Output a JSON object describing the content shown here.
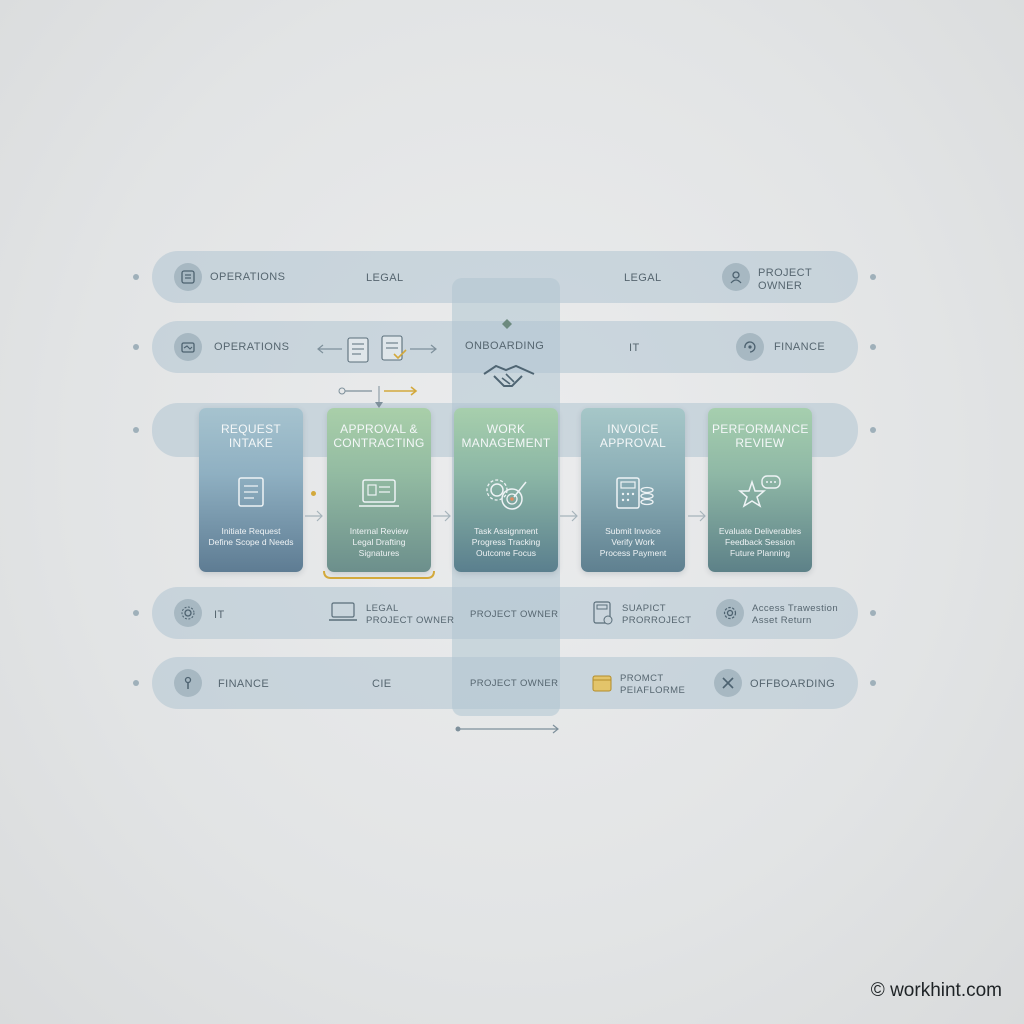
{
  "lanes": [
    {
      "items": [
        "OPERATIONS",
        "LEGAL",
        "LEGAL",
        "PROJECT",
        "OWNER"
      ]
    },
    {
      "items": [
        "OPERATIONS",
        "ONBOARDING",
        "IT",
        "FINANCE"
      ]
    },
    {
      "items": []
    },
    {
      "items": [
        "IT",
        "LEGAL",
        "PROJECT OWNER",
        "PROJECT OWNER",
        "SUAPICT",
        "PRORROJECT",
        "Access Trawestion",
        "Asset Return"
      ]
    },
    {
      "items": [
        "FINANCE",
        "CIE",
        "PROJECT OWNER",
        "PROMCT",
        "PEIAFLORME",
        "OFFBOARDING"
      ]
    }
  ],
  "cards": [
    {
      "title": "REQUEST INTAKE",
      "lines": [
        "Initiate Request",
        "Define Scope d Needs"
      ],
      "icon": "document-list-icon"
    },
    {
      "title": "APPROVAL & CONTRACTING",
      "lines": [
        "Internal Review",
        "Legal Drafting",
        "Signatures"
      ],
      "icon": "laptop-contract-icon"
    },
    {
      "title": "WORK MANAGEMENT",
      "lines": [
        "Task Assignment",
        "Progress Tracking",
        "Outcome Focus"
      ],
      "icon": "gear-target-icon"
    },
    {
      "title": "INVOICE APPROVAL",
      "lines": [
        "Submit Invoice",
        "Verify Work",
        "Process Payment"
      ],
      "icon": "calculator-coins-icon"
    },
    {
      "title": "PERFORMANCE REVIEW",
      "lines": [
        "Evaluate Deliverables",
        "Feedback Session",
        "Future Planning"
      ],
      "icon": "star-chat-icon"
    }
  ],
  "watermark": "© workhint.com",
  "colors": {
    "card_top_1": "#a6c3cf",
    "card_bottom_1": "#5e7c93",
    "card_top_2": "#a9cfa9",
    "card_bottom_2": "#6c8f8c",
    "card_top_3": "#a7cfac",
    "card_bottom_3": "#5a7f8e",
    "card_top_4": "#a6c7c8",
    "card_bottom_4": "#5f8090",
    "card_top_5": "#a6cfae",
    "card_bottom_5": "#5d8188",
    "accent_gold": "#d3a93c"
  }
}
